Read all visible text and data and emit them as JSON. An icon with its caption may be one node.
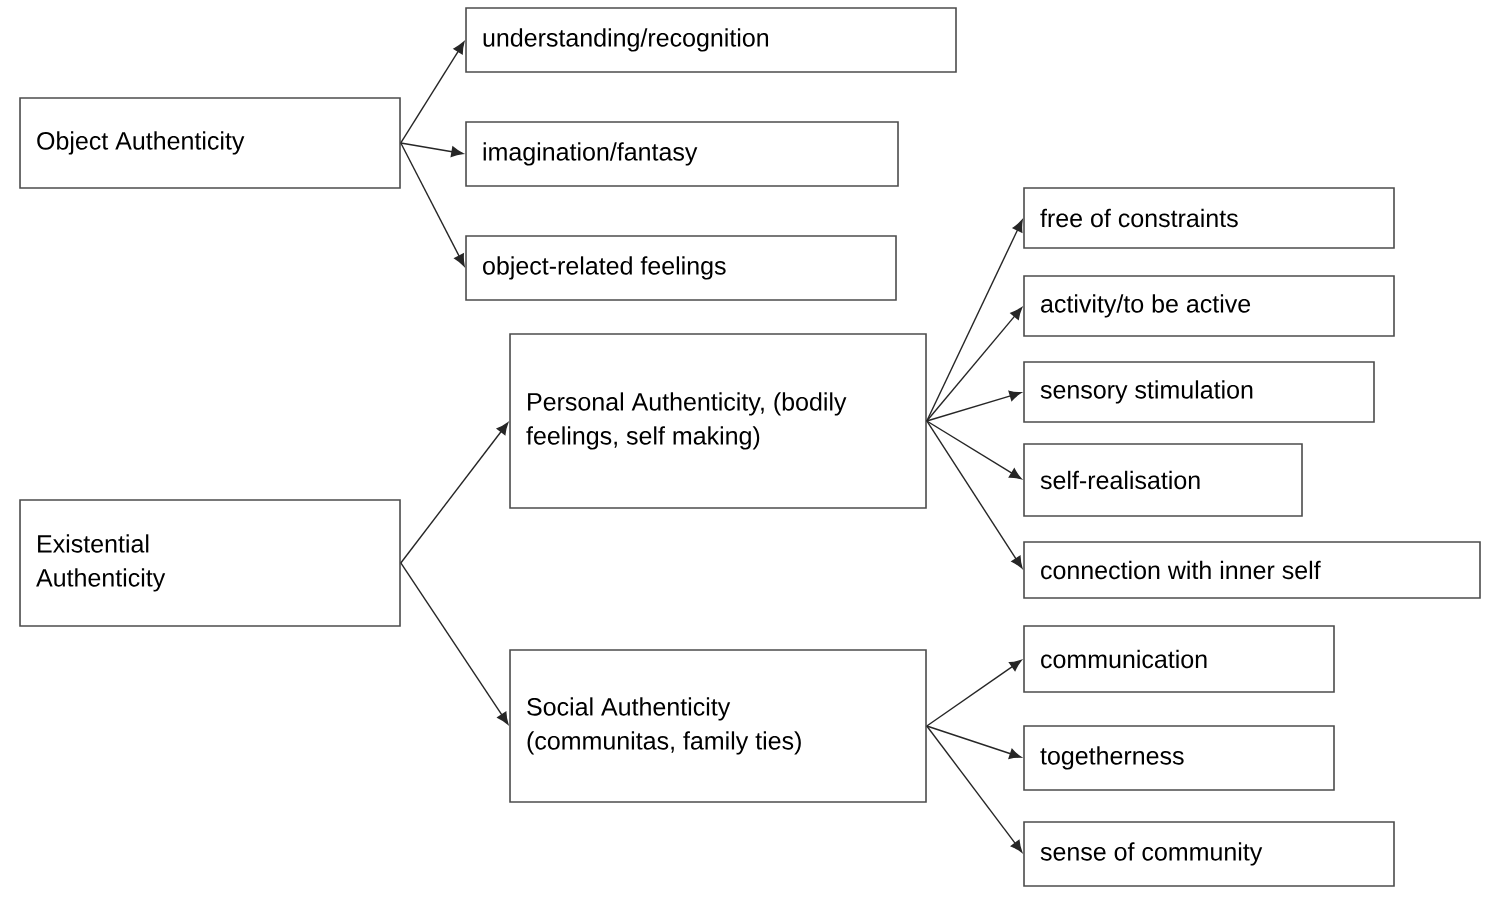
{
  "diagram": {
    "nodes": [
      {
        "text": [
          "Object Authenticity"
        ]
      },
      {
        "text": [
          "understanding/recognition"
        ]
      },
      {
        "text": [
          "imagination/fantasy"
        ]
      },
      {
        "text": [
          "object-related feelings"
        ]
      },
      {
        "text": [
          "Existential Authenticity"
        ]
      },
      {
        "text": [
          "Personal Authenticity, (bodily feelings, self making)"
        ]
      },
      {
        "text": [
          "free of constraints"
        ]
      },
      {
        "text": [
          "activity/to be active"
        ]
      },
      {
        "text": [
          "sensory stimulation"
        ]
      },
      {
        "text": [
          "self-realisation"
        ]
      },
      {
        "text": [
          "connection with inner self"
        ]
      },
      {
        "text": [
          "Social Authenticity (communitas, family ties)"
        ]
      },
      {
        "text": [
          "communication"
        ]
      },
      {
        "text": [
          "togetherness"
        ]
      },
      {
        "text": [
          "sense of community"
        ]
      }
    ],
    "edges": [
      {
        "from": 0,
        "to": 1,
        "arrow": "to"
      },
      {
        "from": 0,
        "to": 2,
        "arrow": "to"
      },
      {
        "from": 0,
        "to": 3,
        "arrow": "to"
      },
      {
        "from": 4,
        "to": 5,
        "arrow": "to"
      },
      {
        "from": 4,
        "to": 11,
        "arrow": "to"
      },
      {
        "from": 5,
        "to": 6,
        "arrow": "to"
      },
      {
        "from": 5,
        "to": 7,
        "arrow": "to"
      },
      {
        "from": 5,
        "to": 8,
        "arrow": "to"
      },
      {
        "from": 5,
        "to": 9,
        "arrow": "to"
      },
      {
        "from": 5,
        "to": 10,
        "arrow": "to"
      },
      {
        "from": 11,
        "to": 12,
        "arrow": "to"
      },
      {
        "from": 11,
        "to": 13,
        "arrow": "to"
      },
      {
        "from": 11,
        "to": 14,
        "arrow": "to"
      }
    ]
  }
}
